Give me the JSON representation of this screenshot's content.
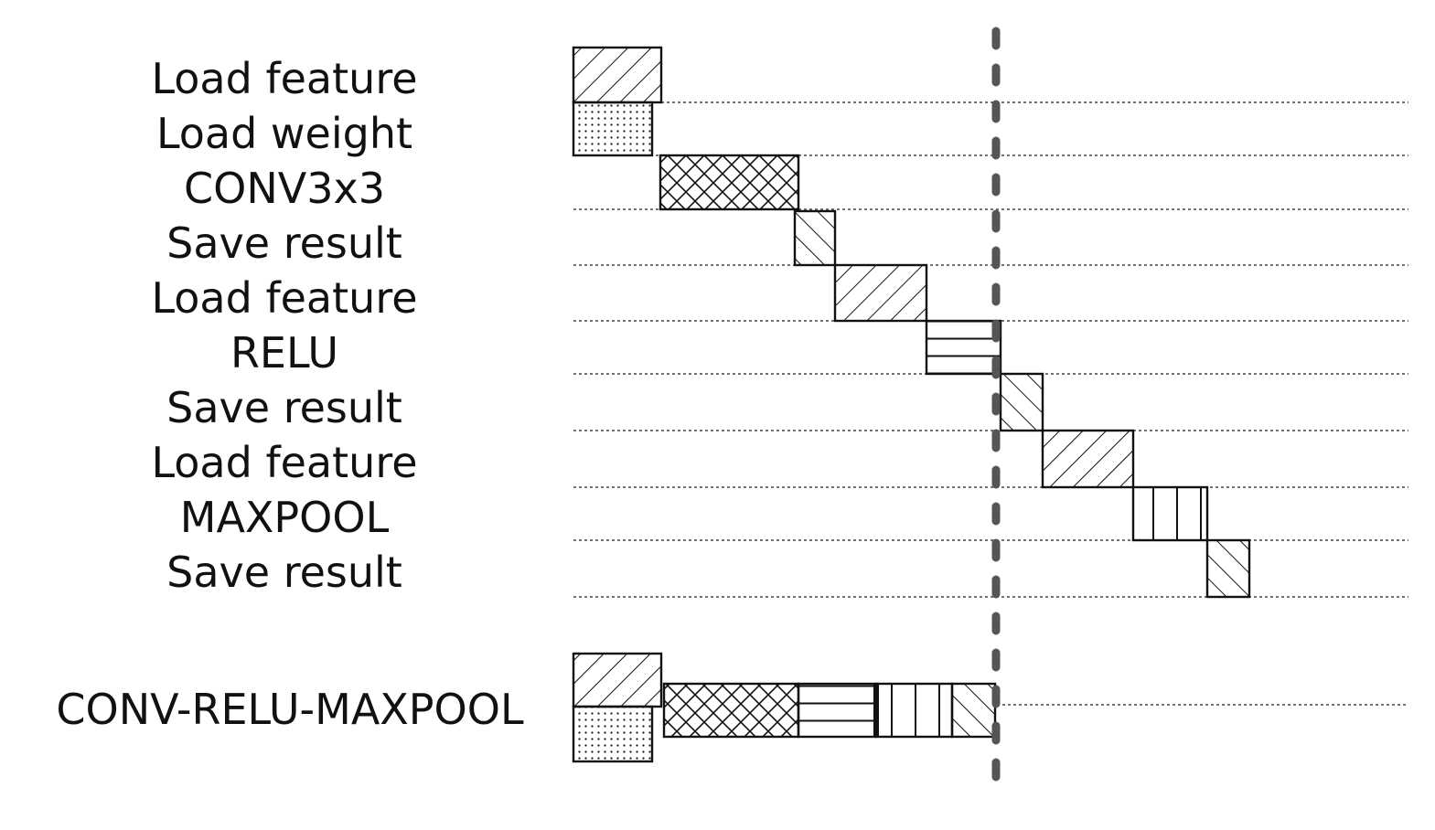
{
  "rows": [
    {
      "label": "Load feature",
      "pattern": "diag-fwd"
    },
    {
      "label": "Load weight",
      "pattern": "dots"
    },
    {
      "label": "CONV3x3",
      "pattern": "cross"
    },
    {
      "label": "Save result",
      "pattern": "diag-back"
    },
    {
      "label": "Load feature",
      "pattern": "diag-fwd"
    },
    {
      "label": "RELU",
      "pattern": "horiz"
    },
    {
      "label": "Save result",
      "pattern": "diag-back"
    },
    {
      "label": "Load feature",
      "pattern": "diag-fwd"
    },
    {
      "label": "MAXPOOL",
      "pattern": "vert"
    },
    {
      "label": "Save result",
      "pattern": "diag-back"
    }
  ],
  "fused": {
    "label": "CONV-RELU-MAXPOOL",
    "segments": [
      "load-feature",
      "load-weight",
      "conv",
      "relu",
      "maxpool",
      "save"
    ]
  },
  "colors": {
    "ink": "#111111",
    "grid": "#444444",
    "divider": "#555555"
  }
}
